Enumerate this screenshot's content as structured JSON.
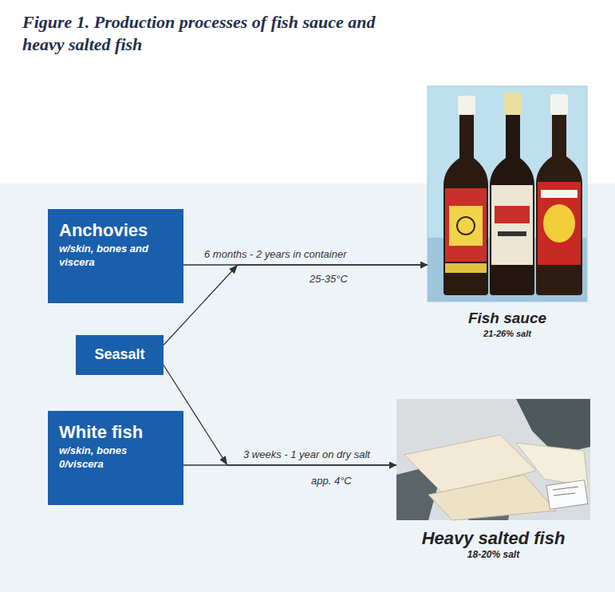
{
  "diagram": {
    "title": "Figure 1. Production processes of fish sauce and heavy salted fish",
    "nodes": [
      {
        "text": [
          "Anchovies",
          "w/skin, bones and viscera"
        ]
      },
      {
        "text": [
          "Seasalt"
        ]
      },
      {
        "text": [
          "White fish",
          "w/skin, bones 0/viscera"
        ]
      },
      {
        "text": [
          "Fish sauce",
          "21-26% salt"
        ]
      },
      {
        "text": [
          "Heavy salted fish",
          "18-20% salt"
        ]
      }
    ],
    "edges": [
      {
        "from": 0,
        "to": 3,
        "arrow": "to",
        "label": "6 months - 2 years in container"
      },
      {
        "from": 1,
        "to": 3,
        "arrow": "to"
      },
      {
        "from": 1,
        "to": 4,
        "arrow": "to"
      },
      {
        "from": 2,
        "to": 4,
        "arrow": "to",
        "label": "3 weeks - 1 year on dry salt"
      }
    ],
    "labels": [
      "25-35°C",
      "app. 4°C"
    ]
  }
}
